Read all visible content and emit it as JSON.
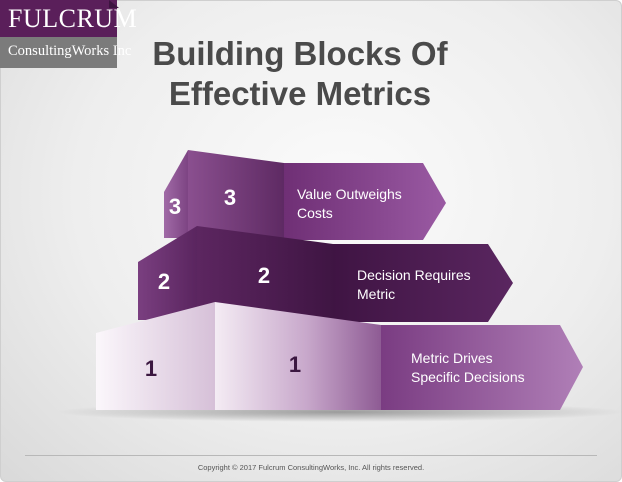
{
  "logo": {
    "name": "FULCRUM",
    "subtitle": "ConsultingWorks Inc"
  },
  "title": {
    "line1": "Building Blocks Of",
    "line2": "Effective Metrics"
  },
  "blocks": [
    {
      "level": "3",
      "label_line1": "Value Outweighs",
      "label_line2": "Costs"
    },
    {
      "level": "2",
      "label_line1": "Decision Requires",
      "label_line2": "Metric"
    },
    {
      "level": "1",
      "label_line1": "Metric Drives",
      "label_line2": "Specific Decisions"
    }
  ],
  "footer": {
    "copyright": "Copyright © 2017 Fulcrum ConsultingWorks, Inc.  All rights reserved."
  },
  "colors": {
    "brand_purple": "#5a1f5a",
    "logo_gray": "#7b7b7b",
    "block3": "#6e2f70",
    "block2": "#4e1c52",
    "block1_light": "#e9dbe9",
    "arrow3": "#7e3b86",
    "arrow2": "#4e1c52",
    "arrow1": "#9a5aa3"
  }
}
